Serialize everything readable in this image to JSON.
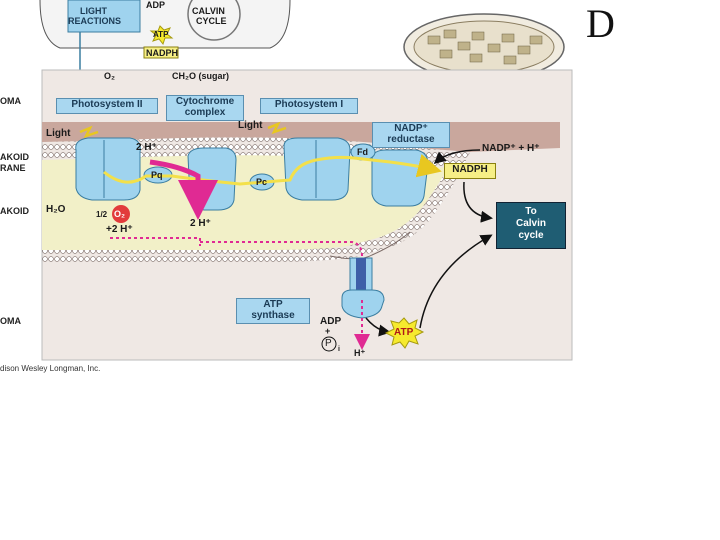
{
  "top_inset": {
    "adp": "ADP",
    "light_reactions": [
      "LIGHT",
      "REACTIONS"
    ],
    "calvin_cycle": [
      "CALVIN",
      "CYCLE"
    ],
    "atp": "ATP",
    "nadph": "NADPH",
    "o2": "O₂",
    "ch2o": "CH₂O (sugar)"
  },
  "corner_letter": "D",
  "side_labels": [
    "OMA",
    "AKOID",
    "RANE",
    "AKOID",
    "OMA"
  ],
  "labels": {
    "photosystem_ii": "Photosystem II",
    "cytochrome": [
      "Cytochrome",
      "complex"
    ],
    "photosystem_i": "Photosystem I",
    "nadp_reductase": [
      "NADP⁺",
      "reductase"
    ],
    "light1": "Light",
    "light2": "Light",
    "two_h_top": "2 H⁺",
    "pq": "Pq",
    "pc": "Pc",
    "fd": "Fd",
    "nadp_plus_h": "NADP⁺ + H⁺",
    "nadph": "NADPH",
    "h2o": "H₂O",
    "half": "1/2",
    "o2": "O₂",
    "plus_2h": "+2 H⁺",
    "two_h_mid": "2 H⁺",
    "to_calvin": [
      "To",
      "Calvin",
      "cycle"
    ],
    "atp_synthase": [
      "ATP",
      "synthase"
    ],
    "adp": "ADP",
    "plus": "+",
    "pi": "P",
    "pi_sub": "i",
    "atp": "ATP",
    "h_plus": "H⁺"
  },
  "credit": "dison Wesley Longman, Inc.",
  "colors": {
    "panel": "#efe8e4",
    "stroma_band": "#c9a79d",
    "lumen": "#f2f0c8",
    "protein": "#9fd3ee",
    "label_box": "#a9d7f0",
    "calvin_box": "#1f5d73",
    "nadph_box": "#f6ef86",
    "electron_path": "#f3e04a",
    "proton_path": "#e02a93",
    "atp_star": "#f6ea2e"
  }
}
